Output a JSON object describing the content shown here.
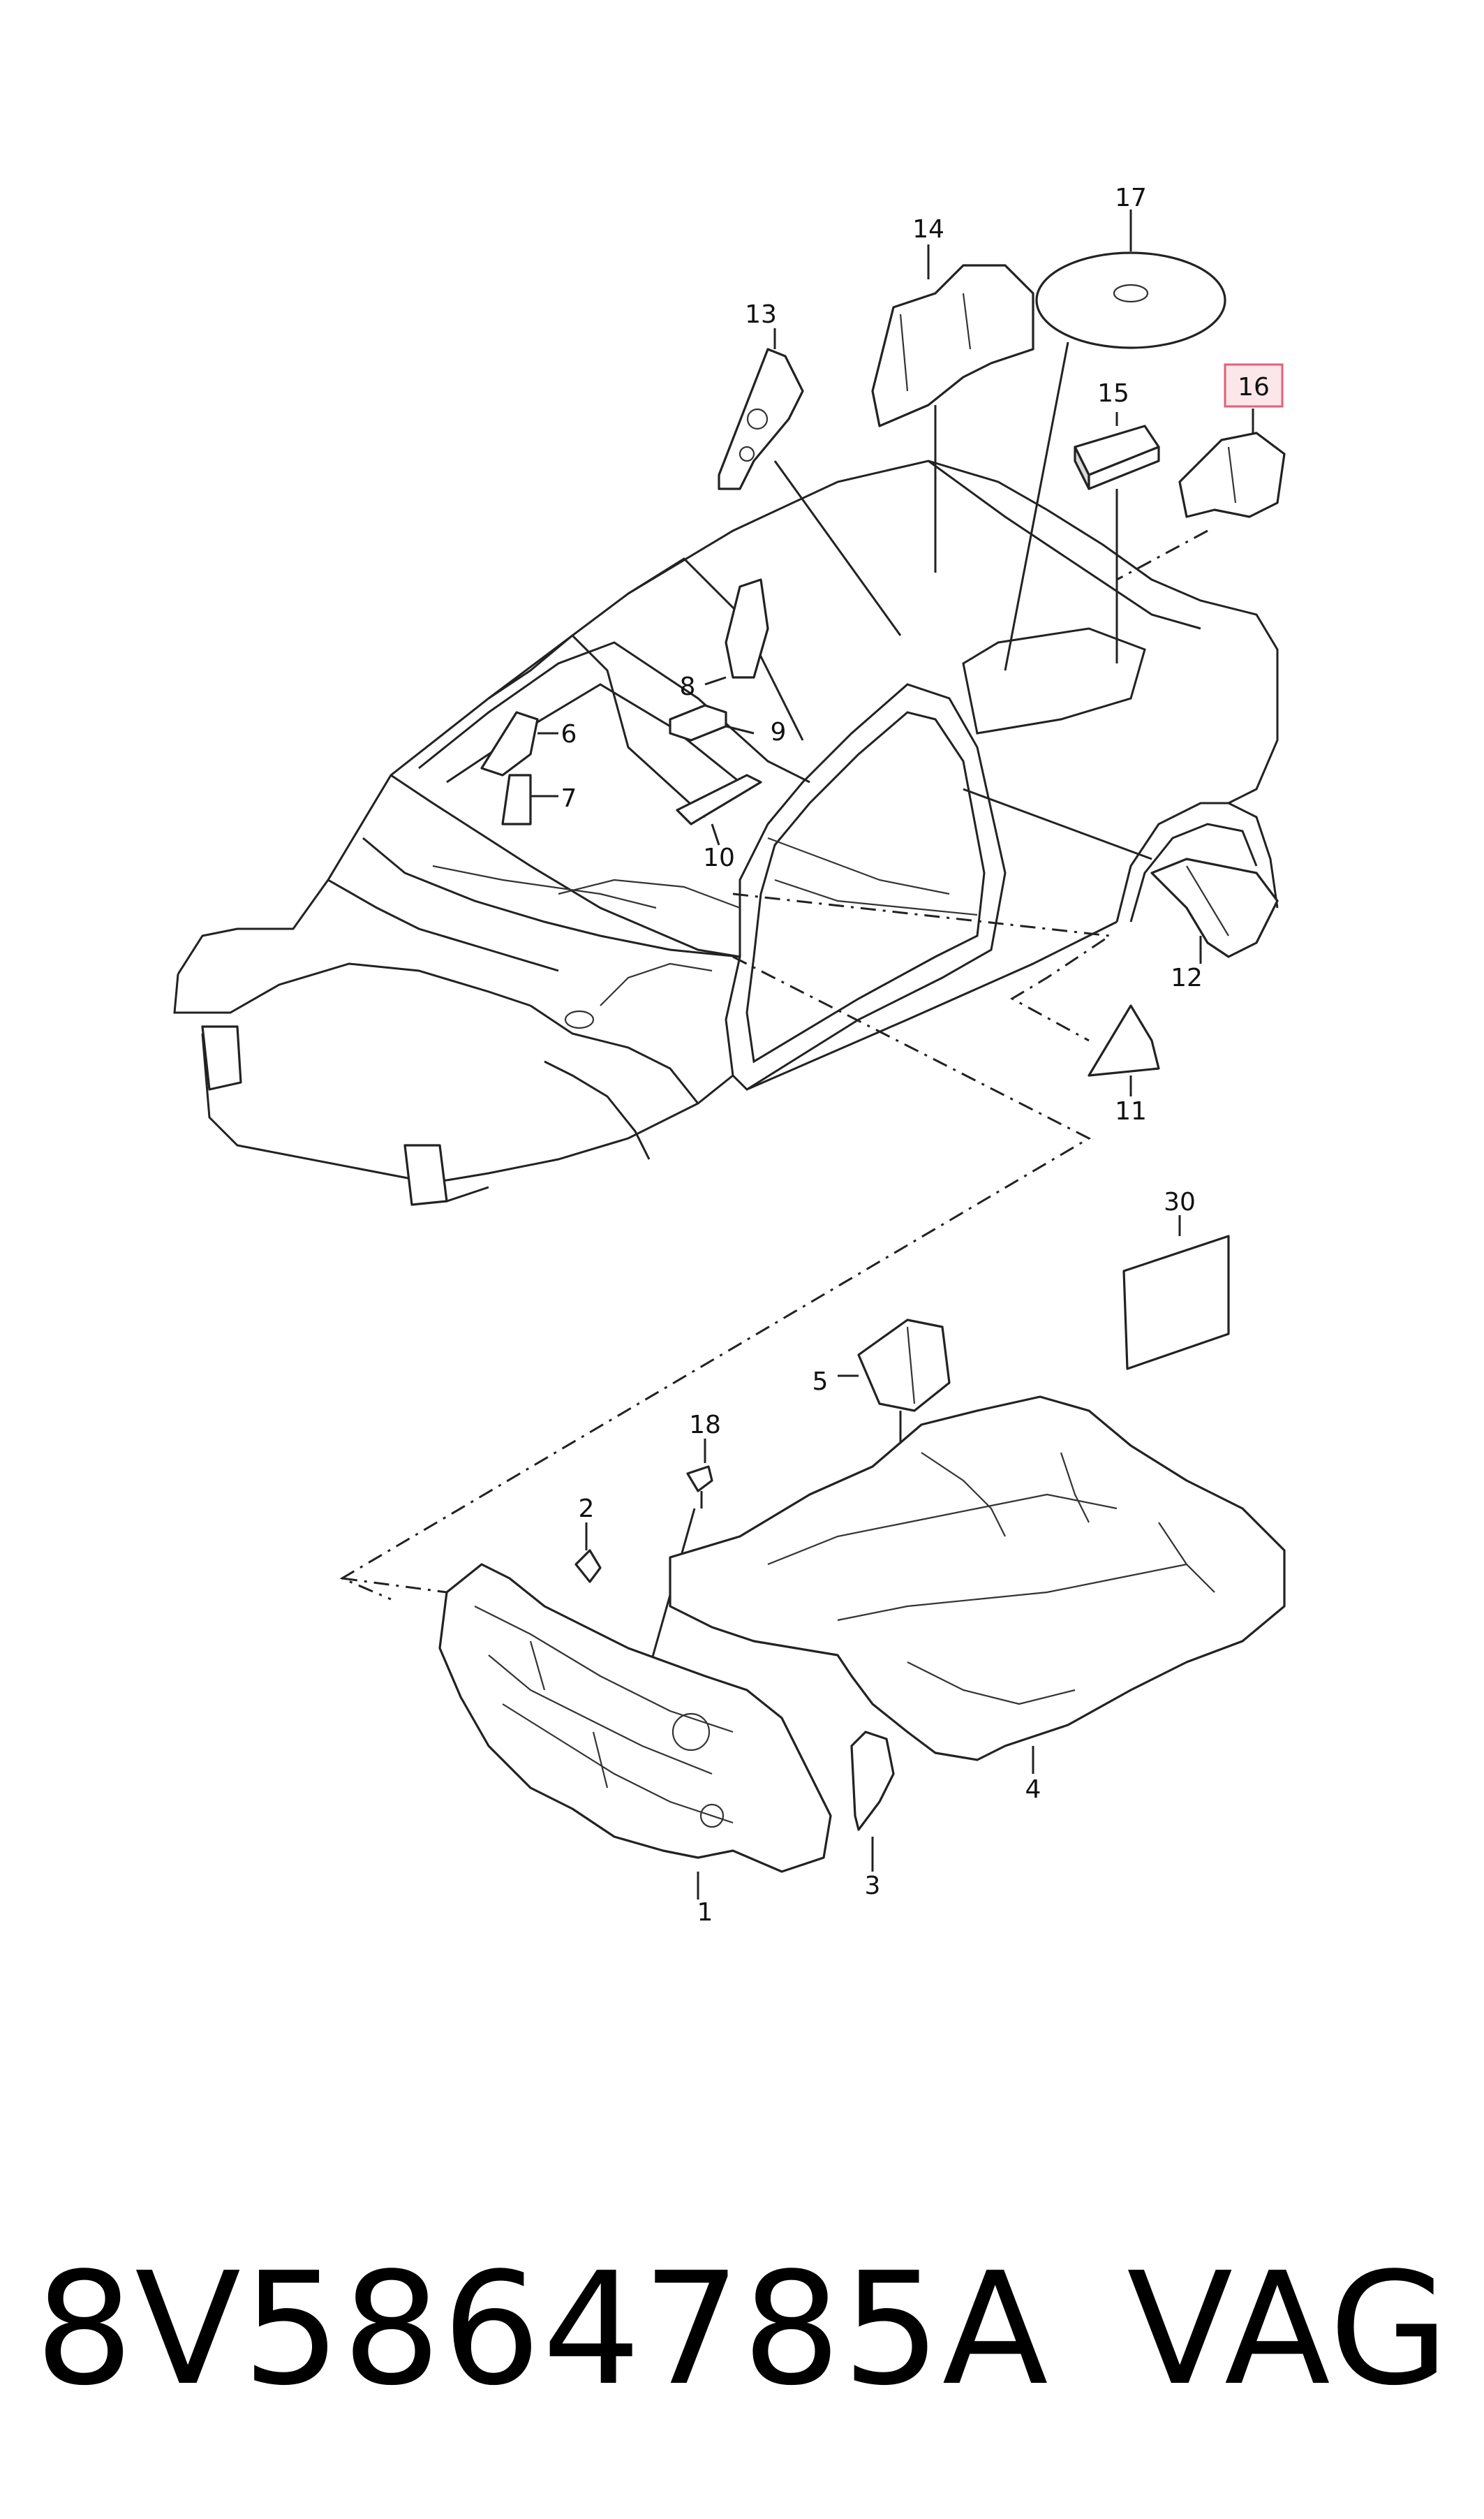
{
  "diagram": {
    "callouts": {
      "c1": "1",
      "c2": "2",
      "c3": "3",
      "c4": "4",
      "c5": "5",
      "c6": "6",
      "c7": "7",
      "c8": "8",
      "c9": "9",
      "c10": "10",
      "c11": "11",
      "c12": "12",
      "c13": "13",
      "c14": "14",
      "c15": "15",
      "c16": "16",
      "c17": "17",
      "c18": "18",
      "c30": "30"
    },
    "highlighted_callout": "16",
    "highlight_color": "#e0607a"
  },
  "footer": {
    "part_number": "8V5864785A",
    "brand": "VAG"
  }
}
